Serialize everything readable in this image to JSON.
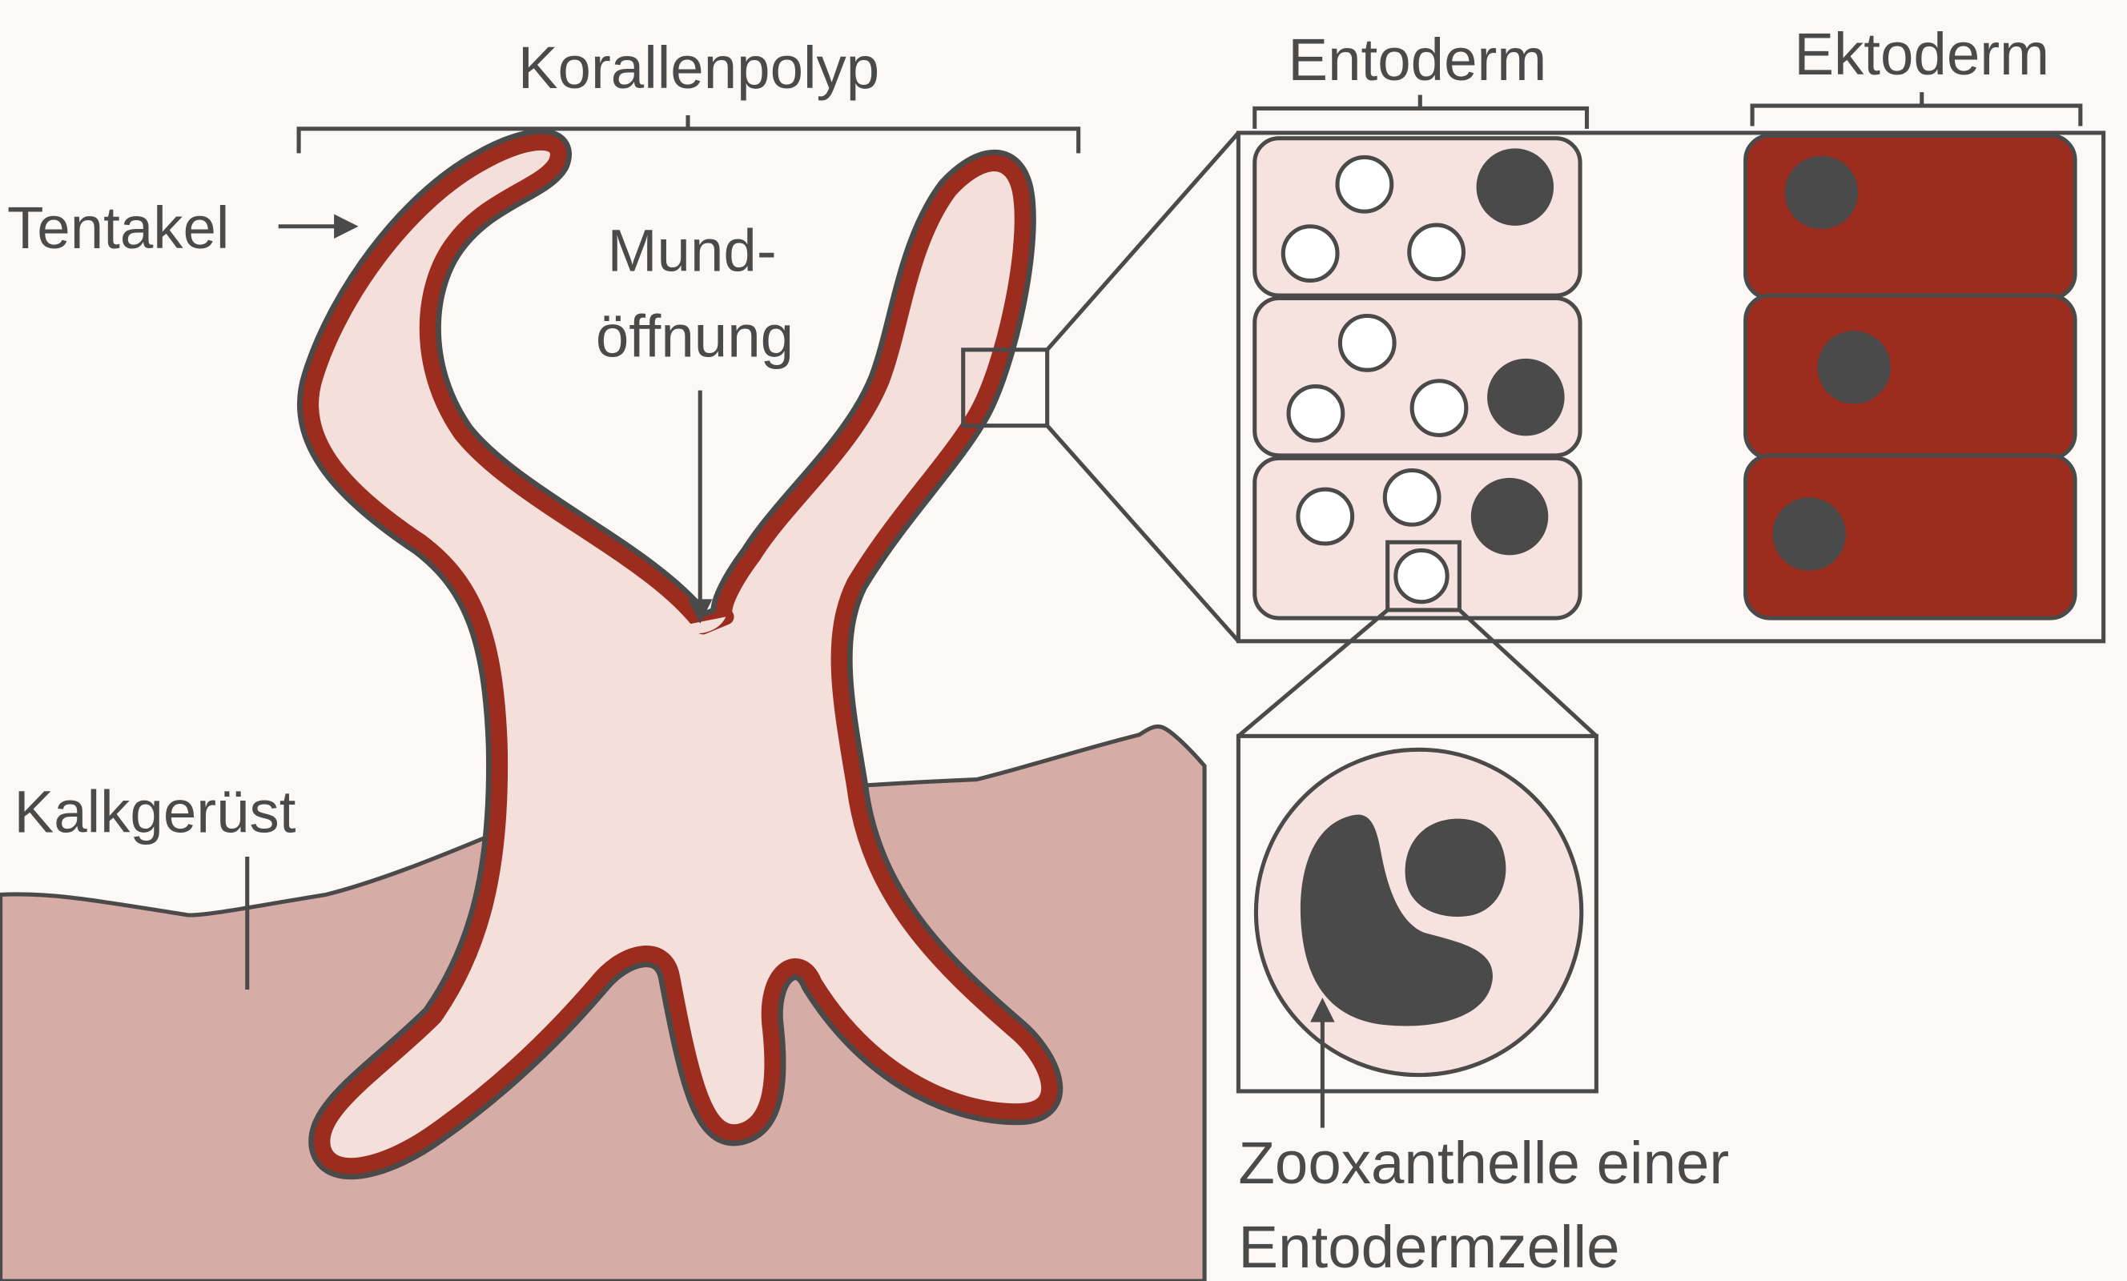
{
  "labels": {
    "korallenpolyp": "Korallenpolyp",
    "tentakel": "Tentakel",
    "mund_line1": "Mund-",
    "mund_line2": "öffnung",
    "kalkgeruest": "Kalkgerüst",
    "entoderm": "Entoderm",
    "ektoderm": "Ektoderm",
    "zoox_line1": "Zooxanthelle einer",
    "zoox_line2": "Entodermzelle"
  },
  "colors": {
    "background": "#fbf8f6",
    "polyp_fill": "#f4dfdb",
    "polyp_wall": "#9b2c1e",
    "outline": "#4a4a4a",
    "calcite": "#d5aca6",
    "entoderm_cell": "#f6e3df",
    "ektoderm_cell": "#9b2c1e",
    "nucleus": "#4a4a4a",
    "zooxanthella": "#ffffff"
  }
}
